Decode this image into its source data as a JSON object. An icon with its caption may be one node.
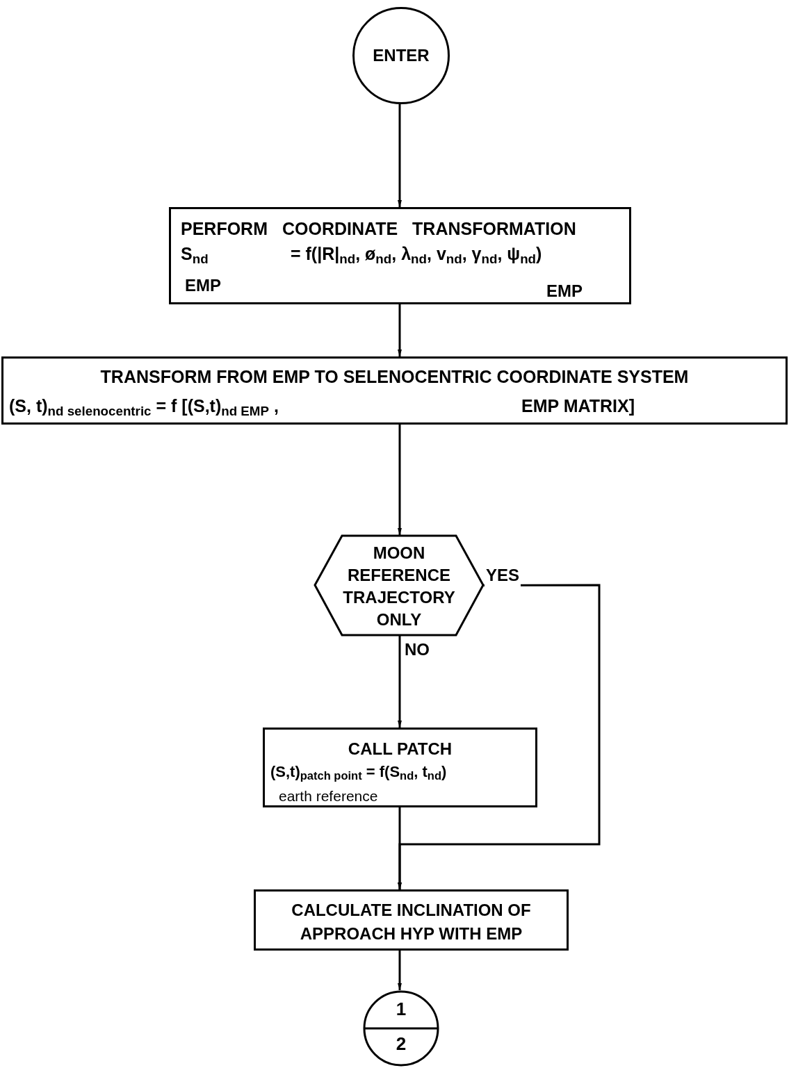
{
  "diagram": {
    "nodes": [
      {
        "text": [
          "ENTER"
        ]
      },
      {
        "text": [
          "PERFORM COORDINATE TRANSFORMATION",
          "S$_{nd}$",
          "= f(|R|$_{nd}$, ø$_{nd}$, λ$_{nd}$,  v$_{nd}$, γ$_{nd}$, ψ$_{nd}$)",
          "EMP",
          "EMP"
        ]
      },
      {
        "text": [
          "TRANSFORM FROM EMP TO SELENOCENTRIC COORDINATE SYSTEM",
          "(S, t)$_{nd selenocentric}$ = f [(S,t)$_{nd EMP}$ ,",
          "EMP MATRIX]"
        ]
      },
      {
        "text": [
          "MOON REFERENCE TRAJECTORY ONLY"
        ]
      },
      {
        "text": [
          "CALL PATCH",
          "(S,t)$_{patch point}$ = f(S$_{nd}$, t$_{nd}$)",
          "earth reference"
        ]
      },
      {
        "text": [
          "CALCULATE INCLINATION OF APPROACH HYP WITH EMP"
        ]
      },
      {
        "text": [
          "1",
          "2"
        ]
      }
    ],
    "edges": [
      {
        "from": 0,
        "to": 1,
        "arrow": "to"
      },
      {
        "from": 1,
        "to": 2,
        "arrow": "to"
      },
      {
        "from": 2,
        "to": 3,
        "arrow": "to"
      },
      {
        "from": 3,
        "to": 4,
        "arrow": "to",
        "label": "NO"
      },
      {
        "from": 3,
        "to": 5,
        "arrow": "to",
        "label": "YES"
      },
      {
        "from": 4,
        "to": 5,
        "arrow": "to"
      },
      {
        "from": 5,
        "to": 6,
        "arrow": "to"
      }
    ]
  }
}
